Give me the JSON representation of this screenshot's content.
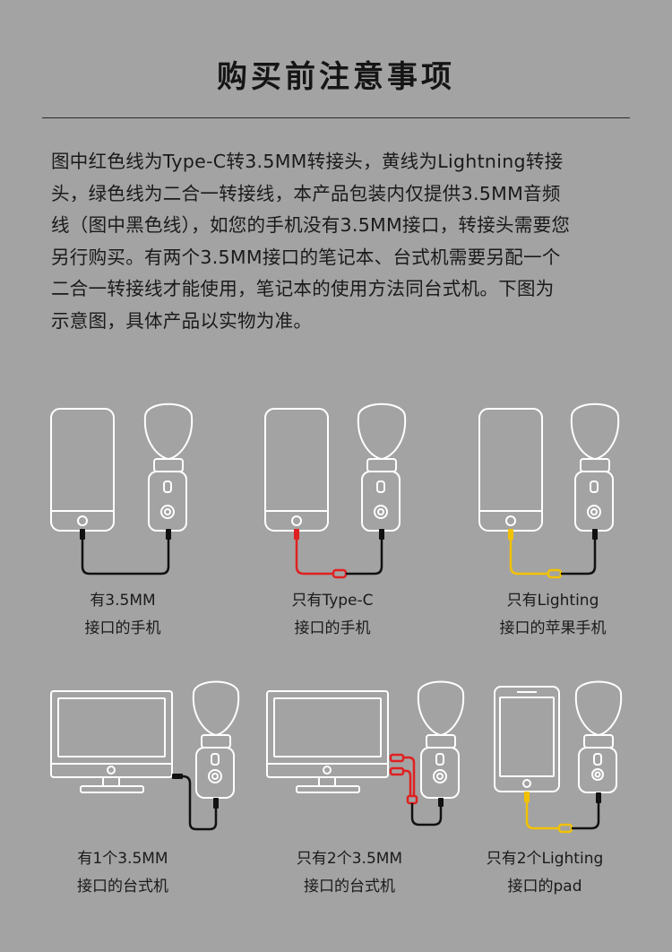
{
  "page": {
    "title": "购买前注意事项",
    "notice_lines": [
      "图中红色线为Type-C转3.5MM转接头，黄线为Lightning转接",
      "头，绿色线为二合一转接线，本产品包装内仅提供3.5MM音频",
      "线（图中黑色线），如您的手机没有3.5MM接口，转接头需要您",
      "另行购买。有两个3.5MM接口的笔记本、台式机需要另配一个",
      "二合一转接线才能使用，笔记本的使用方法同台式机。下图为",
      "示意图，具体产品以实物为准。"
    ]
  },
  "diagrams": [
    {
      "device": "phone",
      "cable": "black",
      "caption_lines": [
        "有3.5MM",
        "接口的手机"
      ]
    },
    {
      "device": "phone",
      "cable": "red",
      "caption_lines": [
        "只有Type-C",
        "接口的手机"
      ]
    },
    {
      "device": "phone",
      "cable": "yellow",
      "caption_lines": [
        "只有Lighting",
        "接口的苹果手机"
      ]
    },
    {
      "device": "monitor",
      "cable": "black",
      "caption_lines": [
        "有1个3.5MM",
        "接口的台式机"
      ]
    },
    {
      "device": "monitor",
      "cable": "red",
      "caption_lines": [
        "只有2个3.5MM",
        "接口的台式机"
      ]
    },
    {
      "device": "tablet",
      "cable": "yellow",
      "caption_lines": [
        "只有2个Lighting",
        "接口的pad"
      ]
    }
  ],
  "colors": {
    "background": "#a3a3a3",
    "outline": "#ffffff",
    "cable_black": "#111111",
    "cable_red": "#e02020",
    "cable_yellow": "#f2c200"
  }
}
